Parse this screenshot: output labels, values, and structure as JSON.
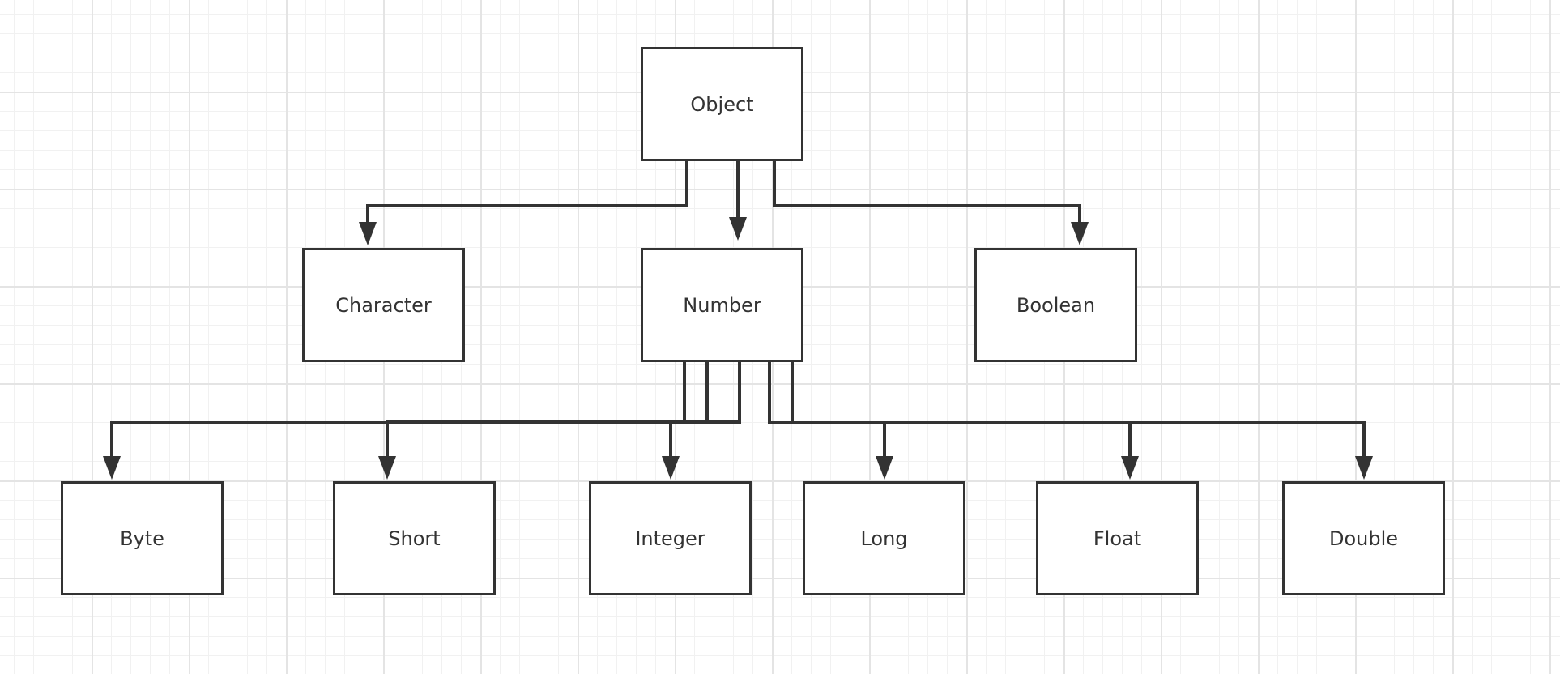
{
  "diagram": {
    "nodes": {
      "object": "Object",
      "character": "Character",
      "number": "Number",
      "boolean": "Boolean",
      "byte": "Byte",
      "short": "Short",
      "integer": "Integer",
      "long": "Long",
      "float": "Float",
      "double": "Double"
    },
    "edges": [
      {
        "from": "Object",
        "to": "Character"
      },
      {
        "from": "Object",
        "to": "Number"
      },
      {
        "from": "Object",
        "to": "Boolean"
      },
      {
        "from": "Number",
        "to": "Byte"
      },
      {
        "from": "Number",
        "to": "Short"
      },
      {
        "from": "Number",
        "to": "Integer"
      },
      {
        "from": "Number",
        "to": "Long"
      },
      {
        "from": "Number",
        "to": "Float"
      },
      {
        "from": "Number",
        "to": "Double"
      }
    ],
    "colors": {
      "line": "#333333",
      "grid": "#e4e4e4",
      "background": "#ffffff"
    }
  }
}
